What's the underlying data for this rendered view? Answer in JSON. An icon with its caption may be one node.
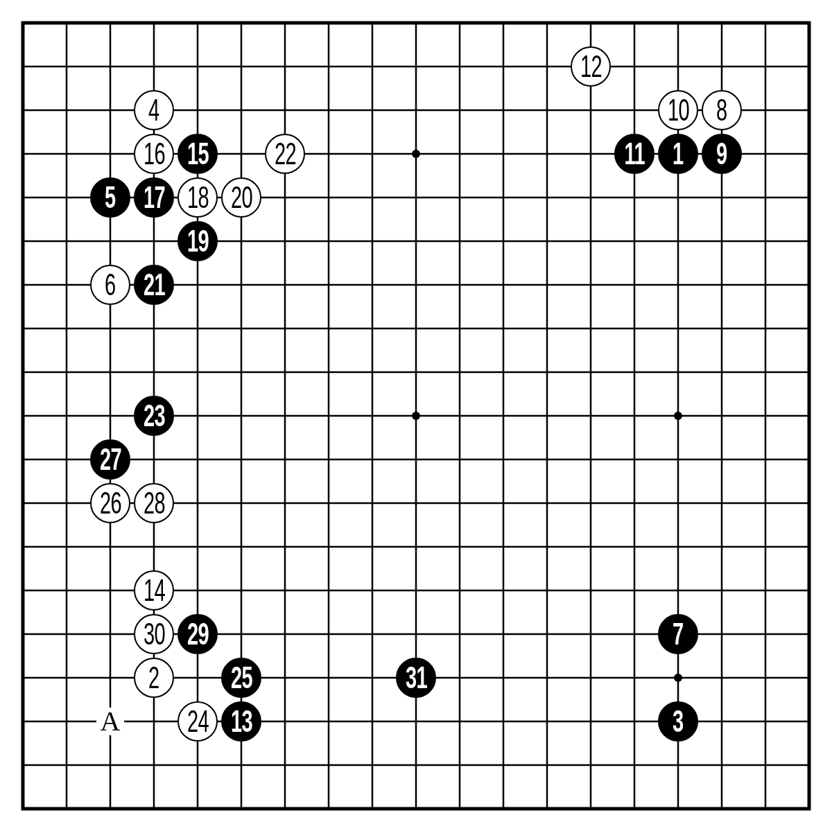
{
  "diagram": {
    "nodes": [
      {
        "text": [
          "12"
        ]
      },
      {
        "text": [
          "4"
        ]
      },
      {
        "text": [
          "10"
        ]
      },
      {
        "text": [
          "8"
        ]
      },
      {
        "text": [
          "16"
        ]
      },
      {
        "text": [
          "15"
        ]
      },
      {
        "text": [
          "22"
        ]
      },
      {
        "text": [
          "11"
        ]
      },
      {
        "text": [
          "1"
        ]
      },
      {
        "text": [
          "9"
        ]
      },
      {
        "text": [
          "5"
        ]
      },
      {
        "text": [
          "17"
        ]
      },
      {
        "text": [
          "18"
        ]
      },
      {
        "text": [
          "20"
        ]
      },
      {
        "text": [
          "19"
        ]
      },
      {
        "text": [
          "6"
        ]
      },
      {
        "text": [
          "21"
        ]
      },
      {
        "text": [
          "23"
        ]
      },
      {
        "text": [
          "27"
        ]
      },
      {
        "text": [
          "26"
        ]
      },
      {
        "text": [
          "28"
        ]
      },
      {
        "text": [
          "14"
        ]
      },
      {
        "text": [
          "30"
        ]
      },
      {
        "text": [
          "29"
        ]
      },
      {
        "text": [
          "7"
        ]
      },
      {
        "text": [
          "2"
        ]
      },
      {
        "text": [
          "25"
        ]
      },
      {
        "text": [
          "31"
        ]
      },
      {
        "text": [
          "24"
        ]
      },
      {
        "text": [
          "13"
        ]
      },
      {
        "text": [
          "3"
        ]
      }
    ],
    "labels": [
      "A"
    ]
  }
}
